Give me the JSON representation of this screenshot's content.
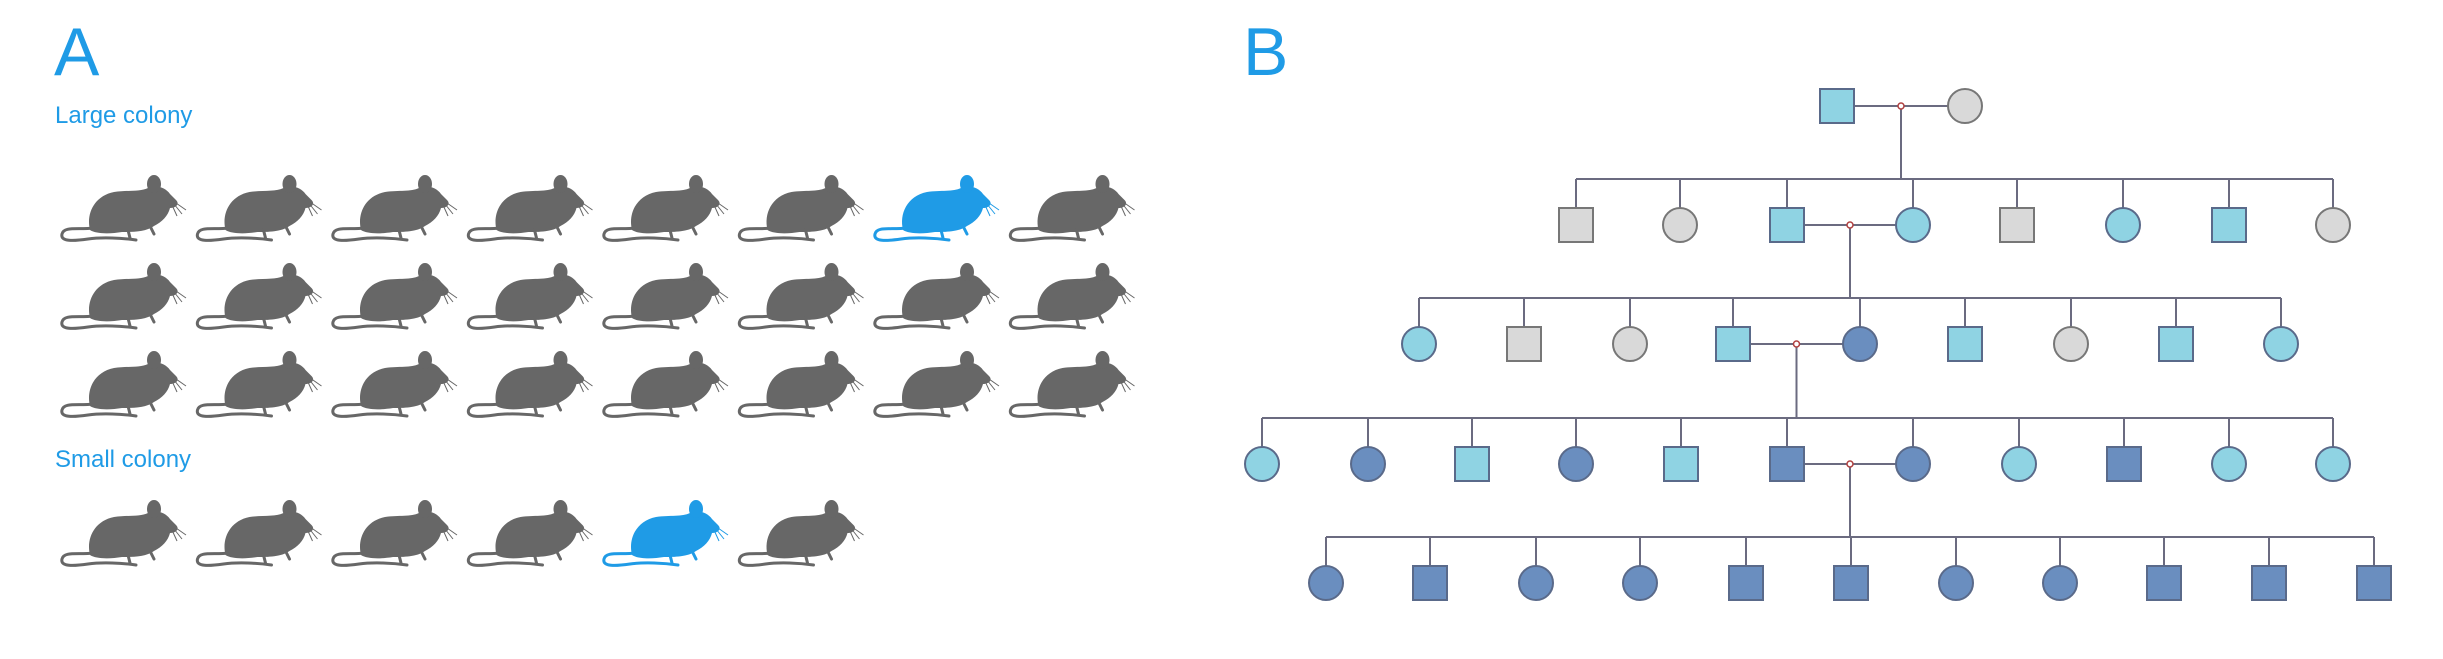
{
  "panel_a": {
    "letter": "A",
    "large_colony_label": "Large colony",
    "small_colony_label": "Small colony",
    "large_colony": {
      "rows": 3,
      "per_row": 8,
      "highlighted": [
        {
          "row": 0,
          "col": 6
        }
      ]
    },
    "small_colony": {
      "count": 6,
      "highlighted": [
        4
      ]
    },
    "colors": {
      "mouse": "#676767",
      "highlight": "#1f9be6"
    }
  },
  "panel_b": {
    "letter": "B",
    "colors": {
      "unaffected": "#d9d9d9",
      "light": "#8fd3e3",
      "dark": "#6a8ebf",
      "line": "#6b6b80"
    },
    "generations": [
      [
        {
          "sex": "M",
          "status": "light"
        },
        {
          "sex": "F",
          "status": "unaffected"
        }
      ],
      [
        {
          "sex": "M",
          "status": "unaffected"
        },
        {
          "sex": "F",
          "status": "unaffected"
        },
        {
          "sex": "M",
          "status": "light"
        },
        {
          "sex": "F",
          "status": "light"
        },
        {
          "sex": "M",
          "status": "unaffected"
        },
        {
          "sex": "F",
          "status": "light"
        },
        {
          "sex": "M",
          "status": "light"
        },
        {
          "sex": "F",
          "status": "unaffected"
        }
      ],
      [
        {
          "sex": "F",
          "status": "light"
        },
        {
          "sex": "M",
          "status": "unaffected"
        },
        {
          "sex": "F",
          "status": "unaffected"
        },
        {
          "sex": "M",
          "status": "light"
        },
        {
          "sex": "F",
          "status": "dark"
        },
        {
          "sex": "M",
          "status": "light"
        },
        {
          "sex": "F",
          "status": "unaffected"
        },
        {
          "sex": "M",
          "status": "light"
        },
        {
          "sex": "F",
          "status": "light"
        }
      ],
      [
        {
          "sex": "F",
          "status": "light"
        },
        {
          "sex": "F",
          "status": "dark"
        },
        {
          "sex": "M",
          "status": "light"
        },
        {
          "sex": "F",
          "status": "dark"
        },
        {
          "sex": "M",
          "status": "light"
        },
        {
          "sex": "M",
          "status": "dark"
        },
        {
          "sex": "F",
          "status": "dark"
        },
        {
          "sex": "F",
          "status": "light"
        },
        {
          "sex": "M",
          "status": "dark"
        },
        {
          "sex": "F",
          "status": "light"
        },
        {
          "sex": "F",
          "status": "light"
        }
      ],
      [
        {
          "sex": "F",
          "status": "dark"
        },
        {
          "sex": "M",
          "status": "dark"
        },
        {
          "sex": "F",
          "status": "dark"
        },
        {
          "sex": "F",
          "status": "dark"
        },
        {
          "sex": "M",
          "status": "dark"
        },
        {
          "sex": "M",
          "status": "dark"
        },
        {
          "sex": "F",
          "status": "dark"
        },
        {
          "sex": "F",
          "status": "dark"
        },
        {
          "sex": "M",
          "status": "dark"
        },
        {
          "sex": "M",
          "status": "dark"
        },
        {
          "sex": "M",
          "status": "dark"
        }
      ]
    ],
    "matings": [
      {
        "generation": 0,
        "partners": [
          0,
          1
        ]
      },
      {
        "generation": 1,
        "partners": [
          2,
          3
        ]
      },
      {
        "generation": 2,
        "partners": [
          3,
          4
        ]
      },
      {
        "generation": 3,
        "partners": [
          5,
          6
        ]
      }
    ]
  }
}
